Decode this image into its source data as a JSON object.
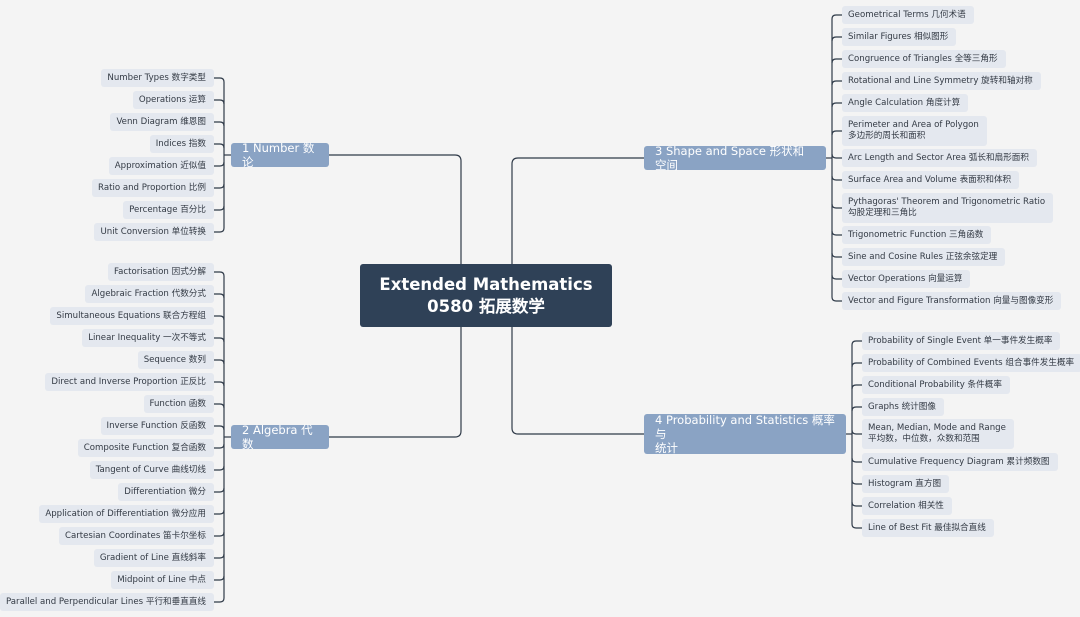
{
  "root": {
    "line1": "Extended Mathematics",
    "line2": "0580 拓展数学"
  },
  "branches": [
    {
      "label": "1 Number 数论",
      "leaves": [
        "Number Types 数字类型",
        "Operations 运算",
        "Venn Diagram 维恩图",
        "Indices 指数",
        "Approximation 近似值",
        "Ratio and Proportion 比例",
        "Percentage 百分比",
        "Unit Conversion 单位转换"
      ]
    },
    {
      "label": "2 Algebra 代数",
      "leaves": [
        "Factorisation 因式分解",
        "Algebraic Fraction 代数分式",
        "Simultaneous Equations 联合方程组",
        "Linear Inequality 一次不等式",
        "Sequence 数列",
        "Direct and Inverse Proportion 正反比",
        "Function 函数",
        "Inverse Function 反函数",
        "Composite Function 复合函数",
        "Tangent of Curve 曲线切线",
        "Differentiation 微分",
        "Application of Differentiation 微分应用",
        "Cartesian Coordinates 笛卡尔坐标",
        "Gradient of Line 直线斜率",
        "Midpoint of Line 中点",
        "Parallel and Perpendicular Lines 平行和垂直直线"
      ]
    },
    {
      "label": "3 Shape and Space 形状和空间",
      "leaves": [
        "Geometrical Terms 几何术语",
        "Similar Figures 相似图形",
        "Congruence of Triangles 全等三角形",
        "Rotational and Line Symmetry 旋转和轴对称",
        "Angle Calculation 角度计算",
        "Perimeter and Area of Polygon\n多边形的周长和面积",
        "Arc Length and Sector Area 弧长和扇形面积",
        "Surface Area and Volume 表面积和体积",
        "Pythagoras' Theorem and Trigonometric Ratio\n勾股定理和三角比",
        "Trigonometric Function 三角函数",
        "Sine and Cosine Rules 正弦余弦定理",
        "Vector Operations 向量运算",
        "Vector and Figure Transformation 向量与图像变形"
      ]
    },
    {
      "label": "4 Probability and Statistics 概率与\n统计",
      "leaves": [
        "Probability of Single Event 单一事件发生概率",
        "Probability of Combined Events 组合事件发生概率",
        "Conditional Probability 条件概率",
        "Graphs 统计图像",
        "Mean, Median, Mode and Range\n平均数，中位数，众数和范围",
        "Cumulative Frequency Diagram 累计频数图",
        "Histogram 直方图",
        "Correlation 相关性",
        "Line of Best Fit 最佳拟合直线"
      ]
    }
  ],
  "colors": {
    "root": "#2f4157",
    "branch": "#8aa3c4",
    "leaf": "#e4e8ef",
    "line": "#2f3a48",
    "background": "#f4f4f4"
  }
}
